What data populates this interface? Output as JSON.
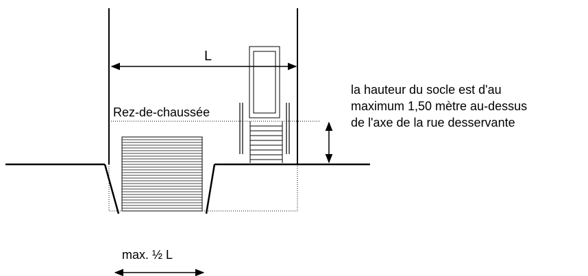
{
  "labels": {
    "width": "L",
    "ground_floor": "Rez-de-chaussée",
    "max_half": "max. ½ L"
  },
  "note": {
    "lines": [
      "la hauteur du socle est d'au",
      "maximum 1,50 mètre au-dessus",
      "de l'axe de la rue desservante"
    ]
  },
  "colors": {
    "stroke": "#000000",
    "background": "#ffffff"
  }
}
